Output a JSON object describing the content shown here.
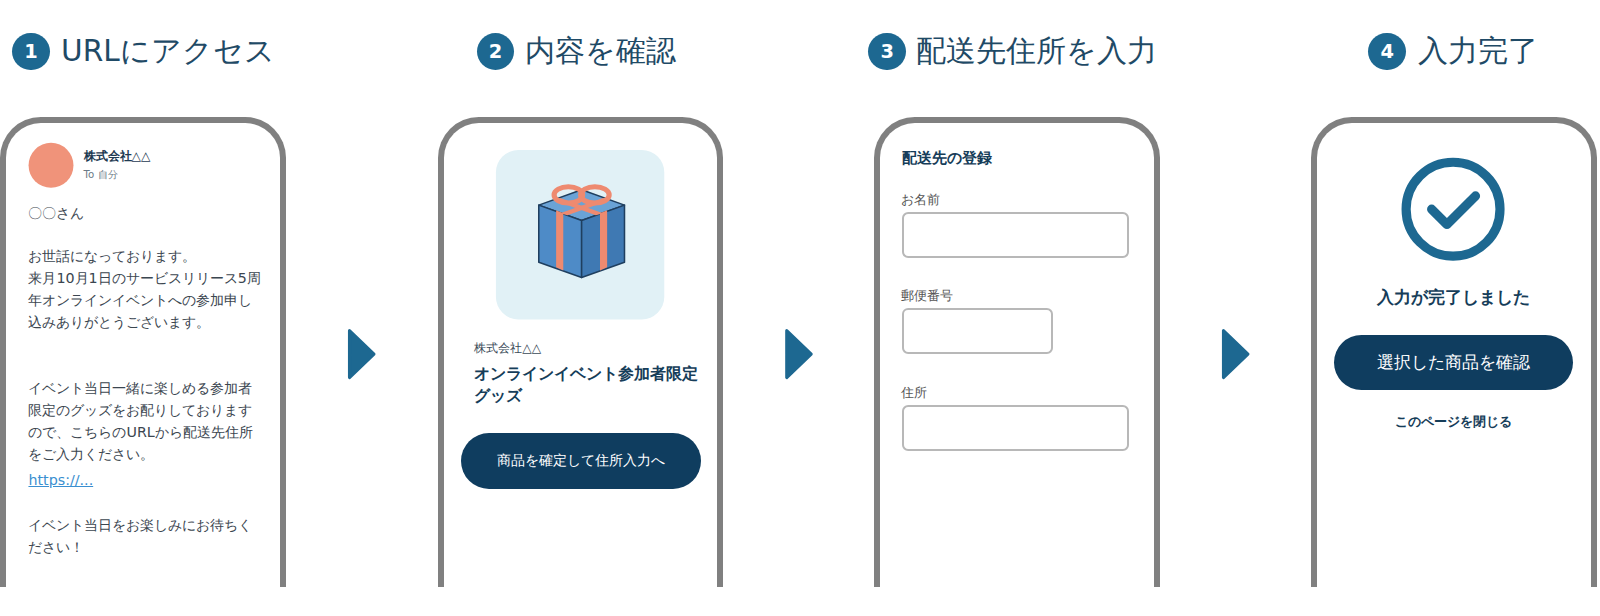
{
  "diagram": {
    "nodes": [
      {
        "text": [
          "1"
        ]
      },
      {
        "text": [
          "URLにアクセス",
          "株式会社△△",
          "To 自分",
          "〇〇さん",
          "お世話になっております。",
          "来月10月1日のサービスリリース5周年オンラインイベントへの参加申し込みありがとうございます。",
          "イベント当日一緒に楽しめる参加者限定のグッズをお配りしておりますので、こちらのURLから配送先住所をご入力ください。",
          "https://...",
          "イベント当日をお楽しみにお待ちください！"
        ]
      },
      {
        "text": [
          "2"
        ]
      },
      {
        "text": [
          "内容を確認",
          "株式会社△△",
          "オンラインイベント参加者限定グッズ"
        ]
      },
      {
        "text": [
          "商品を確定して住所入力へ"
        ],
        "in": 3
      },
      {
        "text": [
          "3"
        ]
      },
      {
        "text": [
          "配送先住所を入力",
          "配送先の登録"
        ]
      },
      {
        "text": [
          "お名前"
        ],
        "in": 6
      },
      {
        "text": [
          "郵便番号"
        ],
        "in": 6
      },
      {
        "text": [
          "住所"
        ],
        "in": 6
      },
      {
        "text": [
          "4"
        ]
      },
      {
        "text": [
          "入力完了",
          "入力が完了しました",
          "このページを閉じる"
        ]
      },
      {
        "text": [
          "選択した商品を確認"
        ],
        "in": 11
      }
    ],
    "edges": [
      {
        "from": 1,
        "to": 3,
        "arrow": "to"
      },
      {
        "from": 3,
        "to": 6,
        "arrow": "to"
      },
      {
        "from": 6,
        "to": 11,
        "arrow": "to"
      }
    ]
  }
}
